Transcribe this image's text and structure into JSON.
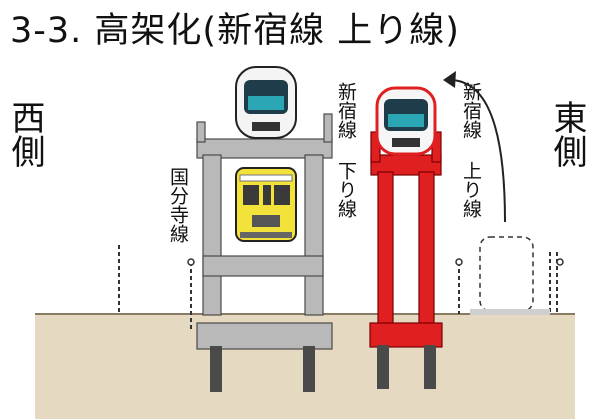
{
  "title": "3-3.  高架化(新宿線 上り線)",
  "labels": {
    "west": "西側",
    "east": "東側",
    "kokubunji": "国分寺線",
    "shinjuku_down": "新宿線 下り線",
    "shinjuku_up": "新宿線 上り線"
  },
  "colors": {
    "existing_structure": "#b9b9b9",
    "new_structure": "#e02020",
    "ground": "#e6d9c2",
    "kokubunji_train": "#f2e23a",
    "shinjuku_train": "#2aa6b5"
  }
}
